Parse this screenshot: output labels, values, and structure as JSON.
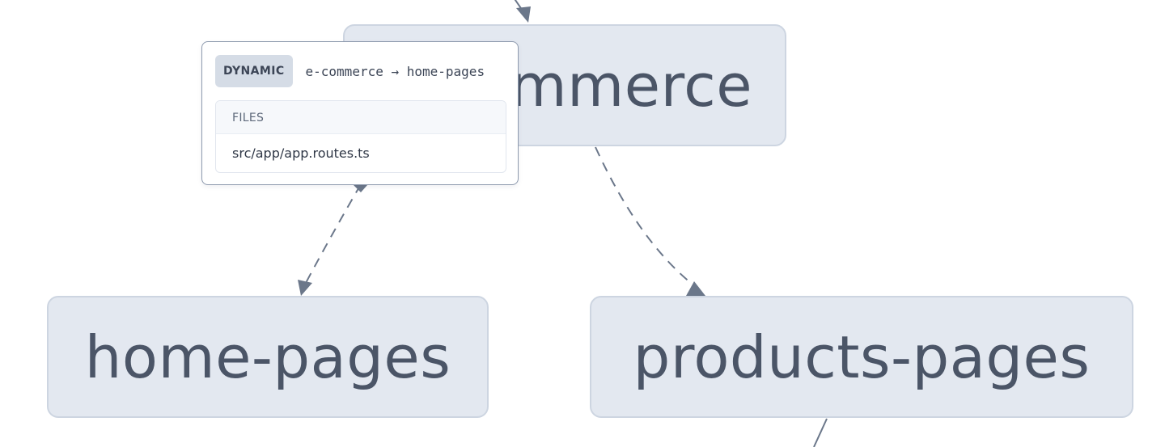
{
  "nodes": {
    "ecommerce": "e-commerce",
    "home": "home-pages",
    "products": "products-pages"
  },
  "tooltip": {
    "badge": "DYNAMIC",
    "edge_label": "e-commerce → home-pages",
    "files_heading": "FILES",
    "files": [
      "src/app/app.routes.ts"
    ]
  },
  "colors": {
    "node_fill": "#e3e8f0",
    "node_border": "#cdd5e1",
    "node_text": "#4b5567",
    "edge": "#6b778a"
  }
}
